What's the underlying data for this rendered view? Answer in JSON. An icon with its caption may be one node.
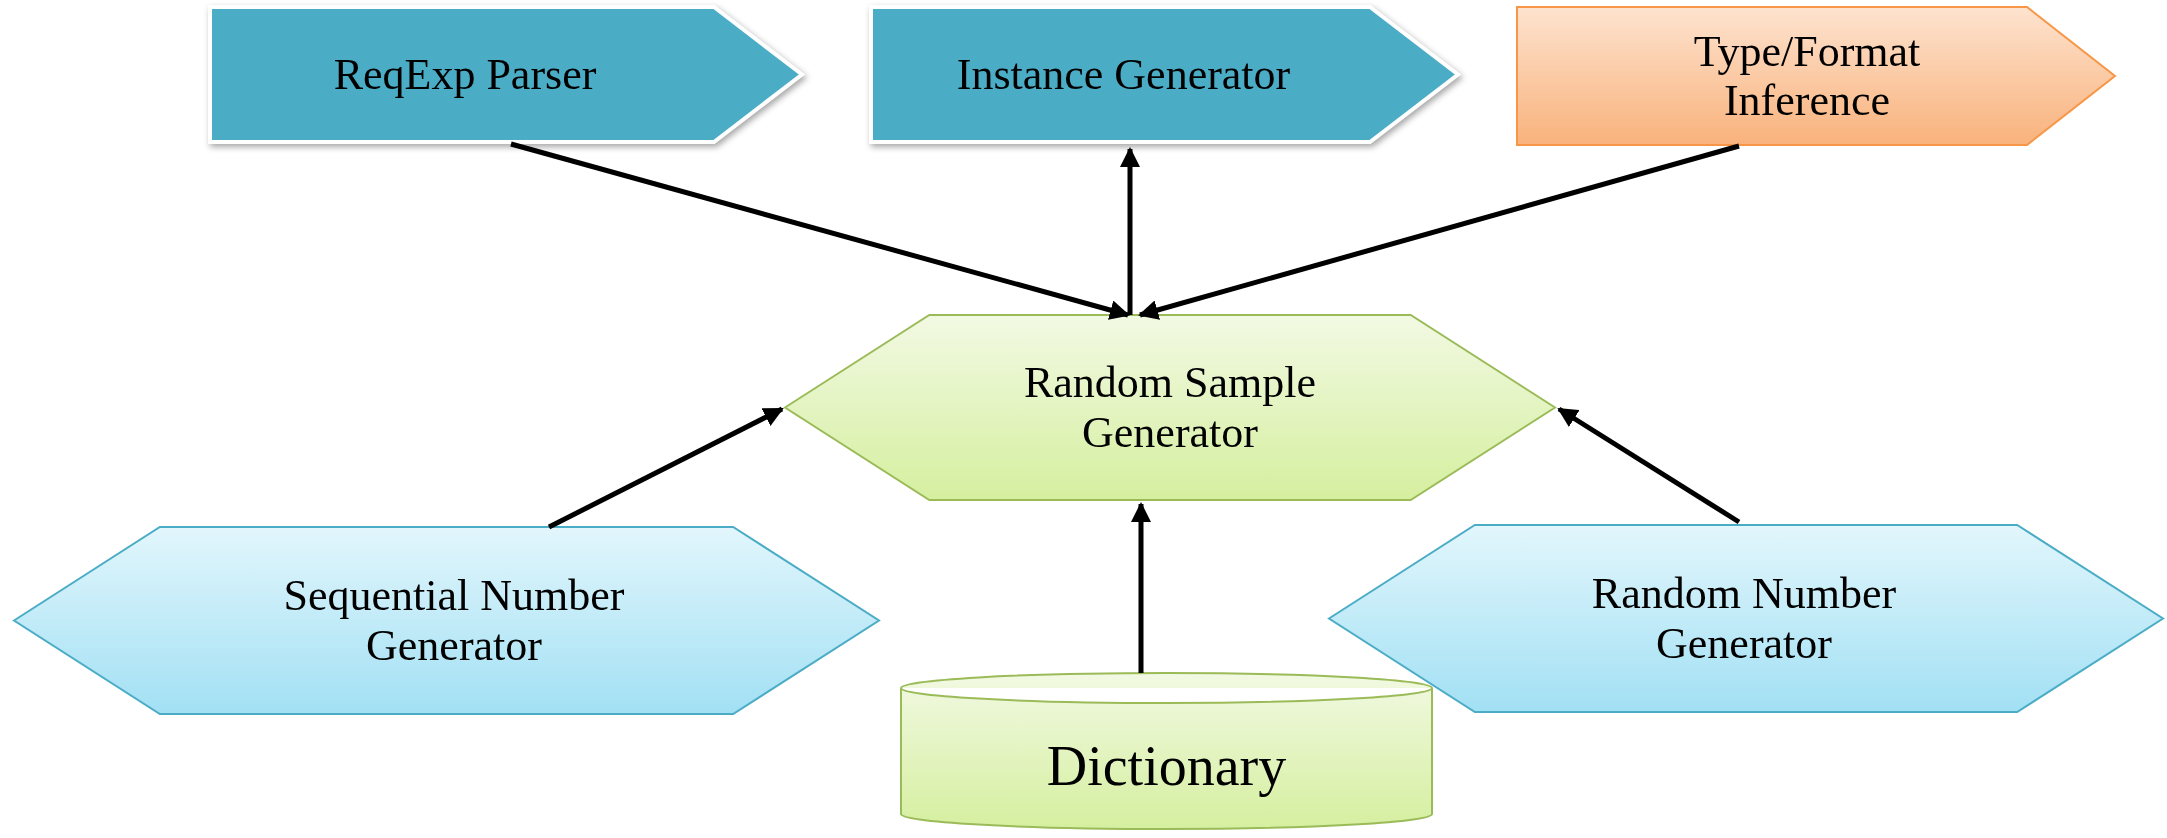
{
  "diagram": {
    "nodes": [
      {
        "text": [
          "ReqExp Parser"
        ]
      },
      {
        "text": [
          "Instance Generator"
        ]
      },
      {
        "text": [
          "Type/Format Inference"
        ]
      },
      {
        "text": [
          "Random Sample Generator"
        ]
      },
      {
        "text": [
          "Sequential Number Generator"
        ]
      },
      {
        "text": [
          "Dictionary"
        ]
      },
      {
        "text": [
          "Random Number Generator"
        ]
      }
    ],
    "edges": [
      {
        "from": 0,
        "to": 3,
        "arrow": "to"
      },
      {
        "from": 3,
        "to": 1,
        "arrow": "to"
      },
      {
        "from": 2,
        "to": 3,
        "arrow": "to"
      },
      {
        "from": 4,
        "to": 3,
        "arrow": "to"
      },
      {
        "from": 5,
        "to": 3,
        "arrow": "to"
      },
      {
        "from": 6,
        "to": 3,
        "arrow": "to"
      }
    ]
  }
}
